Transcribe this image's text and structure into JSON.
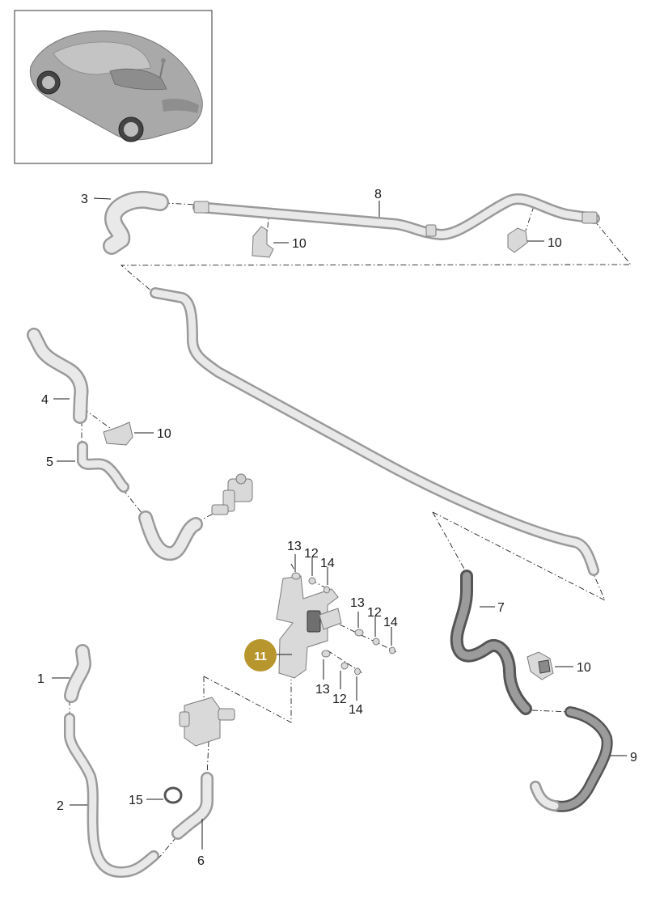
{
  "thumbnail": {
    "name": "vehicle-overview"
  },
  "callouts": {
    "c1": "1",
    "c2": "2",
    "c3": "3",
    "c4": "4",
    "c5": "5",
    "c6": "6",
    "c7": "7",
    "c8": "8",
    "c9": "9",
    "c10a": "10",
    "c10b": "10",
    "c10c": "10",
    "c10d": "10",
    "c11": "11",
    "c12a": "12",
    "c12b": "12",
    "c12c": "12",
    "c13a": "13",
    "c13b": "13",
    "c13c": "13",
    "c14a": "14",
    "c14b": "14",
    "c14c": "14",
    "c15": "15"
  },
  "colors": {
    "highlight": "#b8962e",
    "line": "#1a1a1a",
    "hose": "#d0d0d0"
  }
}
